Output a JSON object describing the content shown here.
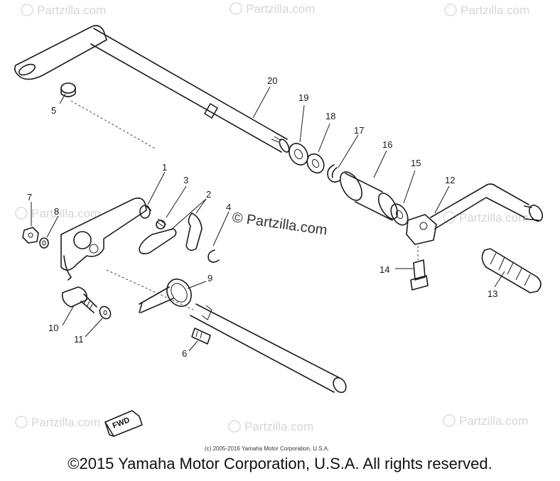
{
  "watermark": {
    "text": "Partzilla.com",
    "symbol": "©"
  },
  "center_watermark": "© Partzilla.com",
  "inner_copyright": "(c) 2005-2016 Yamaha Motor Corporation, U.S.A.",
  "footer": "©2015 Yamaha Motor Corporation, U.S.A. All rights reserved.",
  "fwd_label": "FWD",
  "callouts": {
    "n1": "1",
    "n2": "2",
    "n3": "3",
    "n4": "4",
    "n5": "5",
    "n6": "6",
    "n7": "7",
    "n8": "8",
    "n9": "9",
    "n10": "10",
    "n11": "11",
    "n12": "12",
    "n13": "13",
    "n14": "14",
    "n15": "15",
    "n16": "16",
    "n17": "17",
    "n18": "18",
    "n19": "19",
    "n20": "20"
  }
}
